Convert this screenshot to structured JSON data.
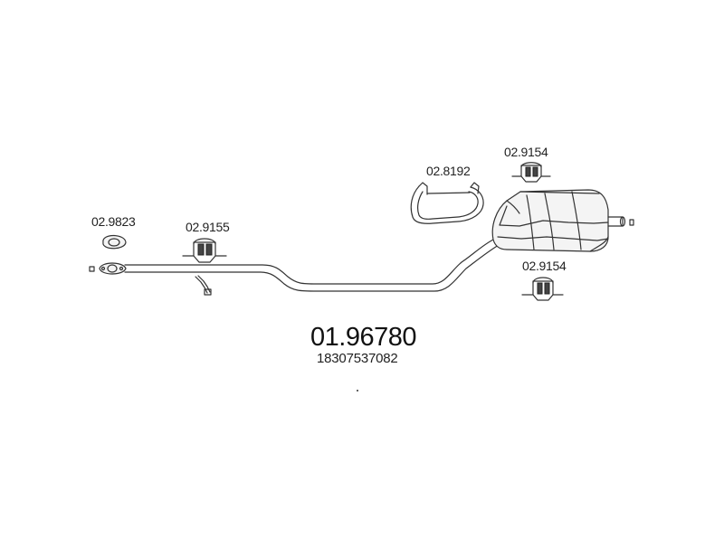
{
  "diagram": {
    "main_part_number": "01.96780",
    "oem_number": "18307537082",
    "parts": [
      {
        "name": "flange-gasket",
        "code": "02.9823"
      },
      {
        "name": "front-hanger",
        "code": "02.9155"
      },
      {
        "name": "clamp",
        "code": "02.8192"
      },
      {
        "name": "upper-hanger",
        "code": "02.9154"
      },
      {
        "name": "lower-hanger",
        "code": "02.9154"
      }
    ]
  }
}
